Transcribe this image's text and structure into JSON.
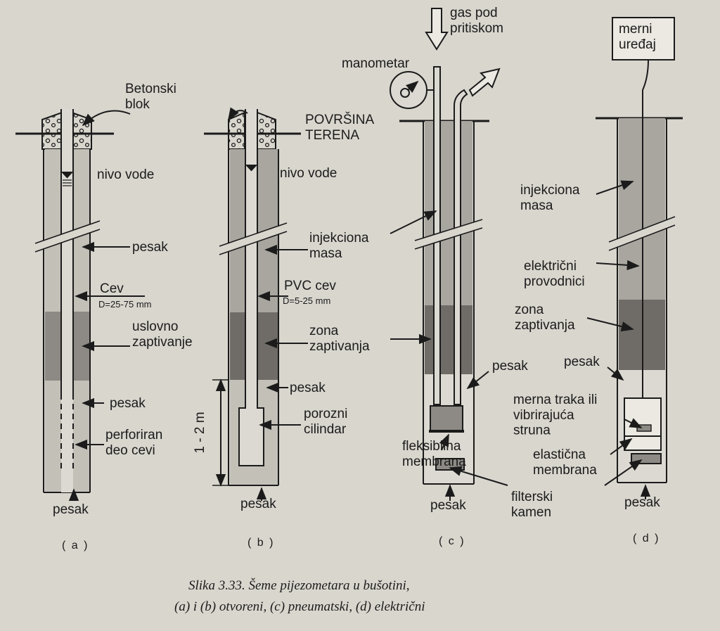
{
  "colors": {
    "background": "#d9d6ce",
    "ink": "#1b1b1b",
    "sand_fill": "#c3c0b8",
    "grout_fill": "#a9a6a0",
    "seal_fill": "#6f6c68"
  },
  "panel_a": {
    "blok": "Betonski\nblok",
    "nivo_vode": "nivo vode",
    "pesak_top": "pesak",
    "cev": "Cev",
    "cev_d": "D=25-75 mm",
    "uslovno": "uslovno\nzaptivanje",
    "pesak_mid": "pesak",
    "perforiran": "perforiran\ndeo cevi",
    "pesak_bottom": "pesak",
    "label": "( a )"
  },
  "panel_b": {
    "povrsina": "POVRŠINA\nTERENA",
    "nivo_vode": "nivo vode",
    "injekciona": "injekciona\nmasa",
    "pvc": "PVC cev",
    "pvc_d": "D=5-25 mm",
    "zona": "zona\nzaptivanja",
    "pesak_mid": "pesak",
    "dim": "1 - 2 m",
    "porozni": "porozni\ncilindar",
    "pesak_bottom": "pesak",
    "label": "( b )"
  },
  "panel_c": {
    "gas": "gas pod\npritiskom",
    "manometar": "manometar",
    "pesak_mid": "pesak",
    "fleksibilna": "fleksibilna\nmembrana",
    "filterski": "filterski\nkamen",
    "pesak_bottom": "pesak",
    "label": "( c )"
  },
  "panel_d": {
    "merni": "merni\nuređaj",
    "injekciona": "injekciona\nmasa",
    "elektricni": "električni\nprovodnici",
    "zona": "zona\nzaptivanja",
    "pesak_mid": "pesak",
    "merna": "merna traka ili\nvibrirajuća\nstruna",
    "elasticna": "elastična\nmembrana",
    "pesak_bottom": "pesak",
    "label": "( d )"
  },
  "caption": {
    "line1": "Slika 3.33. Šeme pijezometara u bušotini,",
    "line2": "(a) i (b) otvoreni, (c) pneumatski, (d) električni"
  }
}
